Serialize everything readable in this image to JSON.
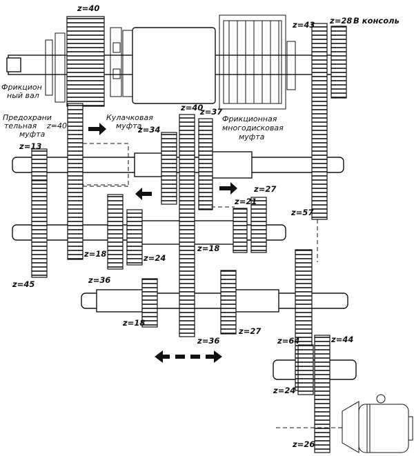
{
  "diagram": {
    "labels": {
      "top_z40": "z=40",
      "z43": "z=43",
      "z28_console": "z=28",
      "console": "В консоль",
      "friction_shaft_1": "Фрикцион",
      "friction_shaft_2": "ный вал",
      "safety_coupling_1": "Предохрани",
      "safety_coupling_2": "тельная",
      "safety_coupling_3": "муфта",
      "z40_mid": "z=40",
      "cam_coupling_1": "Кулачковая",
      "cam_coupling_2": "муфта",
      "z40_b": "z=40",
      "z37": "z=37",
      "multidisc_1": "Фрикционная",
      "multidisc_2": "многодисковая",
      "multidisc_3": "муфта",
      "z34": "z=34",
      "z13": "z=13",
      "z27_top": "z=27",
      "z21": "z=21",
      "z57": "z=57",
      "z18_left": "z=18",
      "z24_mid": "z=24",
      "z18_mid": "z=18",
      "z36_left": "z=36",
      "z45": "z=45",
      "z18_low": "z=18",
      "z27_low": "z=27",
      "z36_low": "z=36",
      "z64": "z=64",
      "z44": "z=44",
      "z24_low": "z=24",
      "z26": "z=26"
    }
  }
}
